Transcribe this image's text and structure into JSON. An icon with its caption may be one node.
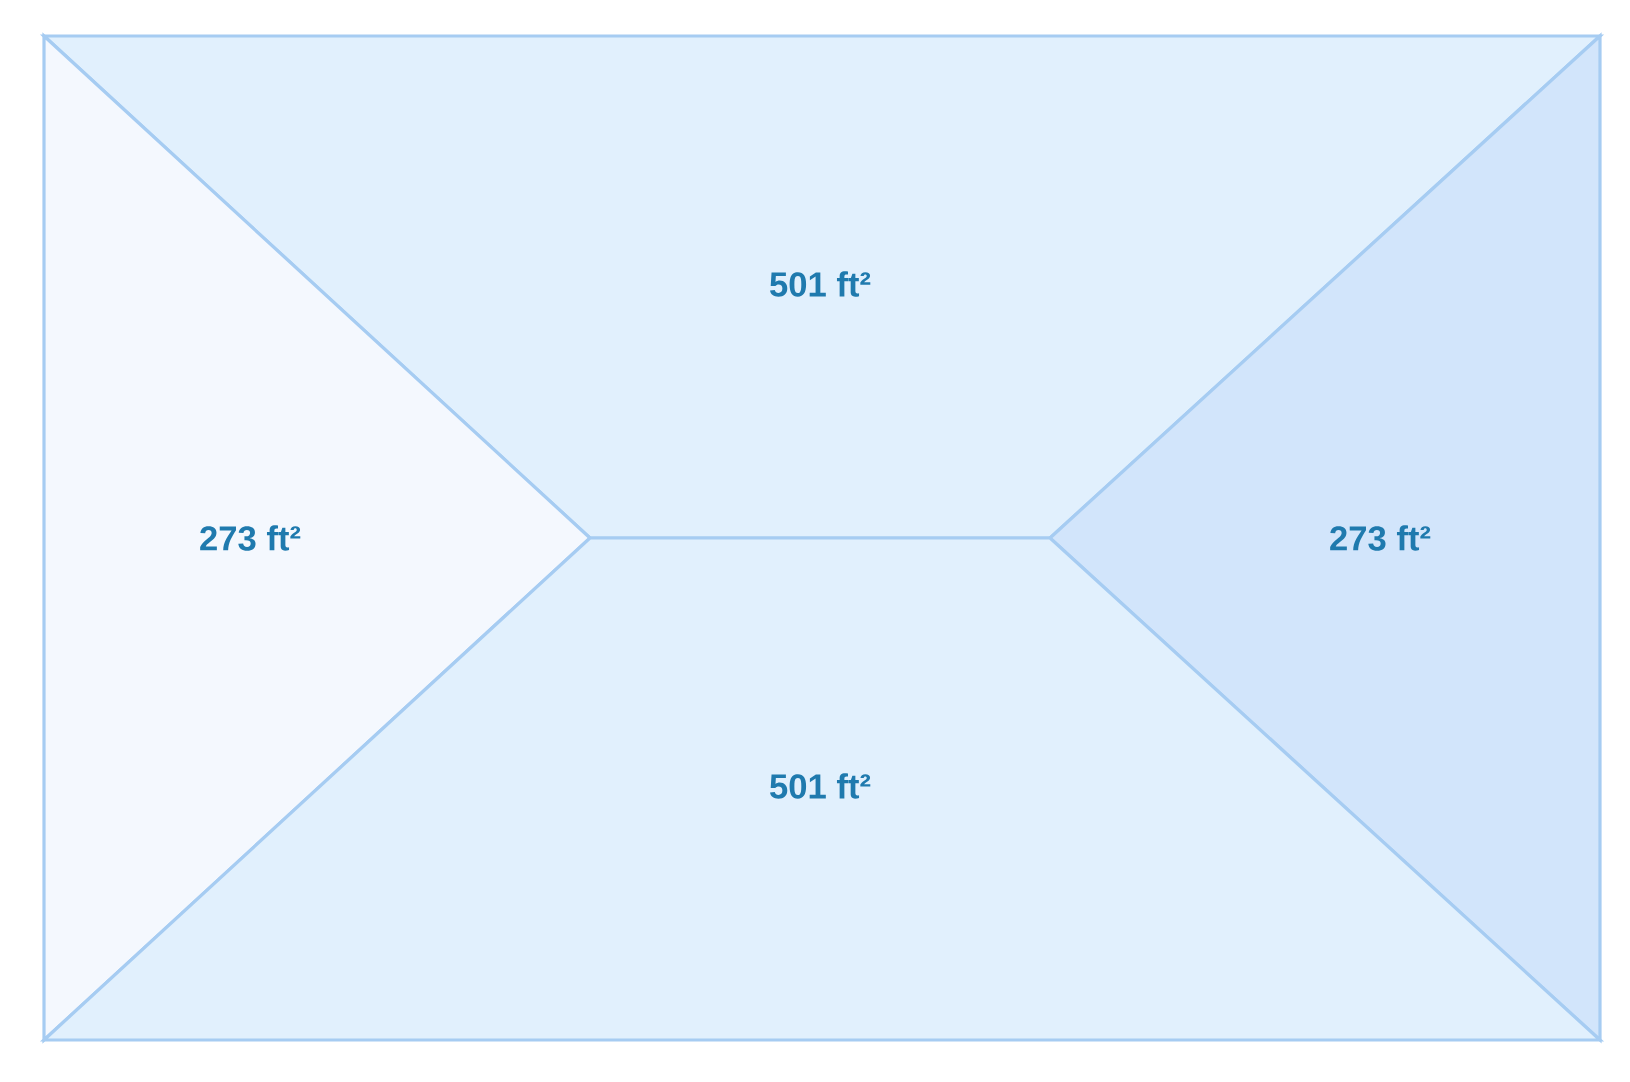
{
  "diagram": {
    "nodes": [
      {
        "text": [
          "501 ft²"
        ]
      },
      {
        "text": [
          "273 ft²"
        ]
      },
      {
        "text": [
          "273 ft²"
        ]
      },
      {
        "text": [
          "501 ft²"
        ]
      }
    ]
  }
}
